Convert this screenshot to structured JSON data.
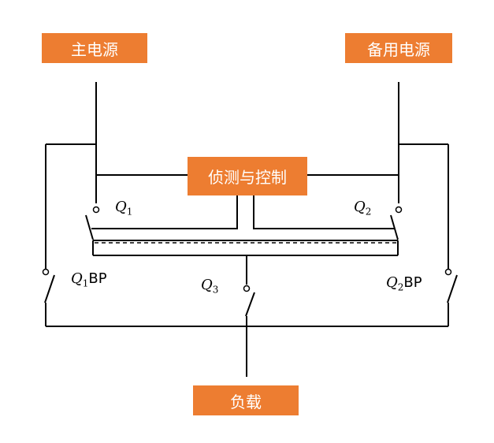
{
  "boxes": {
    "main_power": "主电源",
    "backup_power": "备用电源",
    "detect_control": "侦测与控制",
    "load": "负载"
  },
  "switches": {
    "q1": {
      "symbol": "Q",
      "sub": "1",
      "suffix": ""
    },
    "q2": {
      "symbol": "Q",
      "sub": "2",
      "suffix": ""
    },
    "q3": {
      "symbol": "Q",
      "sub": "3",
      "suffix": ""
    },
    "q1bp": {
      "symbol": "Q",
      "sub": "1",
      "suffix": "BP"
    },
    "q2bp": {
      "symbol": "Q",
      "sub": "2",
      "suffix": "BP"
    }
  },
  "colors": {
    "box_fill": "#ED7D31",
    "box_text": "#FFFFFF",
    "line": "#000000"
  }
}
